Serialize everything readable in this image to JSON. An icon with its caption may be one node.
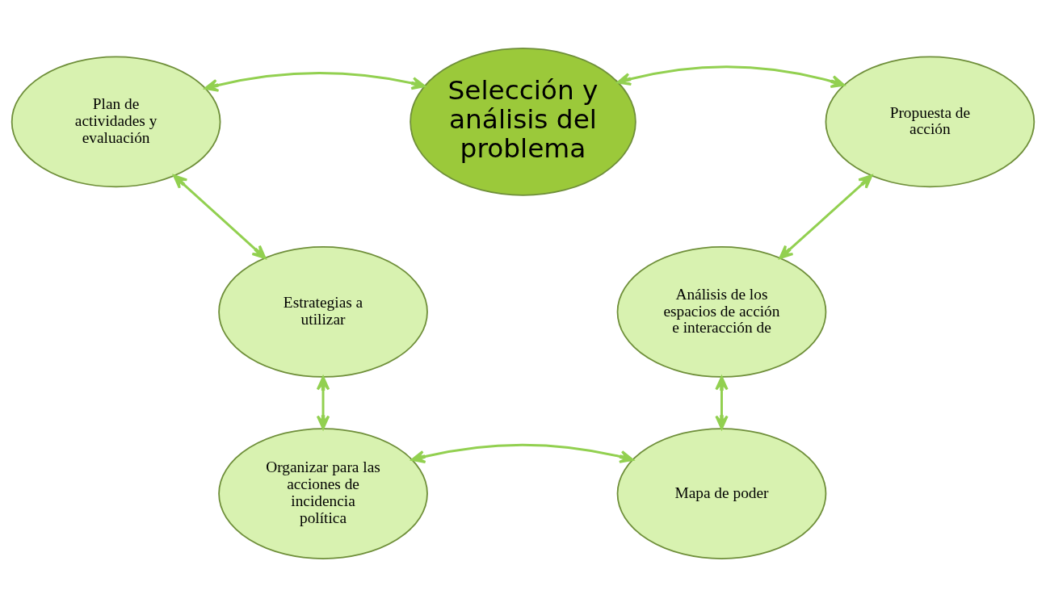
{
  "diagram": {
    "nodes": [
      {
        "text": [
          "Selección y análisis del problema"
        ]
      },
      {
        "text": [
          "Plan de actividades y evaluación"
        ]
      },
      {
        "text": [
          "Propuesta de acción"
        ]
      },
      {
        "text": [
          "Estrategias a utilizar"
        ]
      },
      {
        "text": [
          "Análisis de los espacios de acción e interacción de"
        ]
      },
      {
        "text": [
          "Organizar para las acciones de incidencia política"
        ]
      },
      {
        "text": [
          "Mapa de poder"
        ]
      }
    ],
    "edges": [
      {
        "from": 1,
        "to": 0,
        "arrow": "both"
      },
      {
        "from": 0,
        "to": 2,
        "arrow": "both"
      },
      {
        "from": 2,
        "to": 4,
        "arrow": "both"
      },
      {
        "from": 4,
        "to": 6,
        "arrow": "both"
      },
      {
        "from": 5,
        "to": 6,
        "arrow": "both"
      },
      {
        "from": 3,
        "to": 5,
        "arrow": "both"
      },
      {
        "from": 1,
        "to": 3,
        "arrow": "both"
      }
    ]
  }
}
